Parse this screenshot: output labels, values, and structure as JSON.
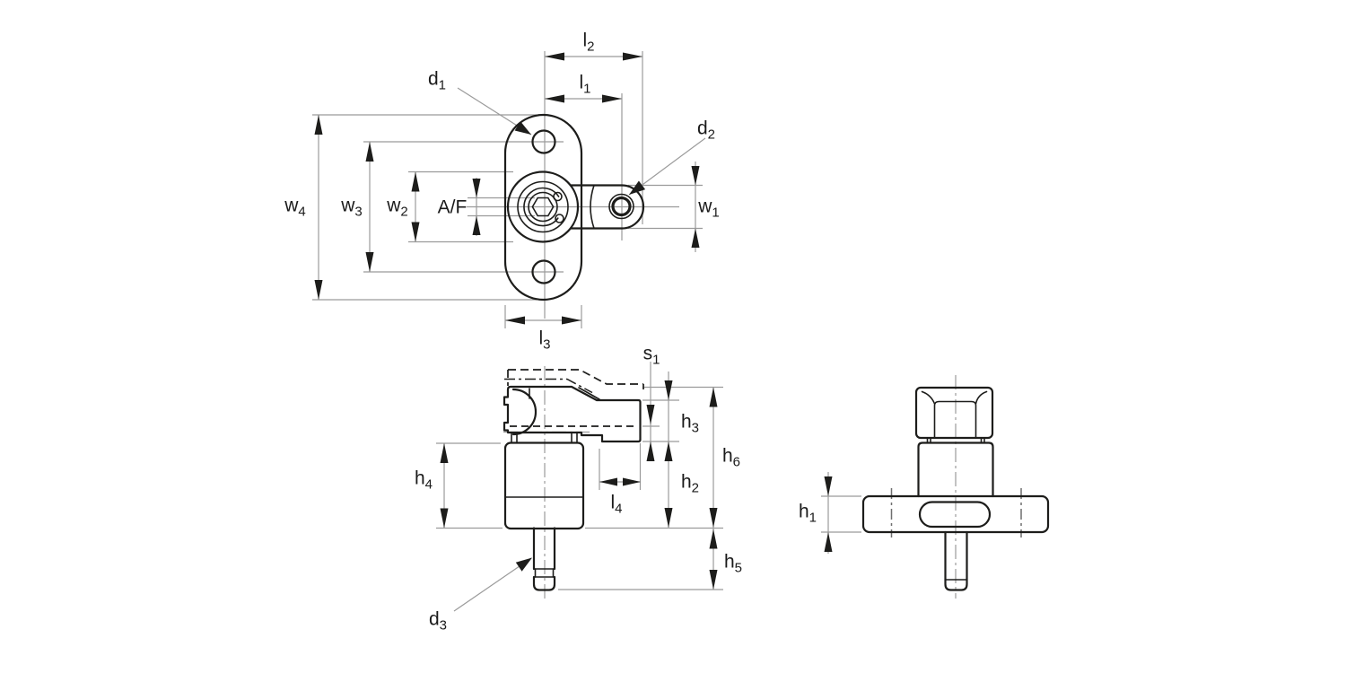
{
  "drawing": {
    "description_colors": {
      "outline": "#1d1d1b",
      "dimension_lines": "#9b9b9b",
      "background": "#ffffff"
    },
    "dimension_labels": {
      "l1": {
        "base": "l",
        "sub": "1"
      },
      "l2": {
        "base": "l",
        "sub": "2"
      },
      "l3": {
        "base": "l",
        "sub": "3"
      },
      "l4": {
        "base": "l",
        "sub": "4"
      },
      "w1": {
        "base": "w",
        "sub": "1"
      },
      "w2": {
        "base": "w",
        "sub": "2"
      },
      "w3": {
        "base": "w",
        "sub": "3"
      },
      "w4": {
        "base": "w",
        "sub": "4"
      },
      "d1": {
        "base": "d",
        "sub": "1"
      },
      "d2": {
        "base": "d",
        "sub": "2"
      },
      "d3": {
        "base": "d",
        "sub": "3"
      },
      "h1": {
        "base": "h",
        "sub": "1"
      },
      "h2": {
        "base": "h",
        "sub": "2"
      },
      "h3": {
        "base": "h",
        "sub": "3"
      },
      "h4": {
        "base": "h",
        "sub": "4"
      },
      "h5": {
        "base": "h",
        "sub": "5"
      },
      "h6": {
        "base": "h",
        "sub": "6"
      },
      "s1": {
        "base": "s",
        "sub": "1"
      },
      "af": {
        "base": "A/F",
        "sub": ""
      }
    }
  }
}
